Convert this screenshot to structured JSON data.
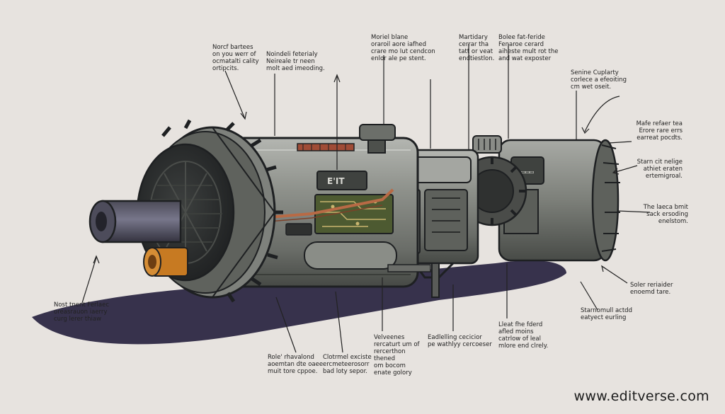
{
  "colors": {
    "background": "#e7e3df",
    "metal_light": "#9a9c97",
    "metal_mid": "#737670",
    "metal_dark": "#3f423f",
    "outline": "#1e2022",
    "copper": "#b86a45",
    "brass": "#c77a22",
    "shadow": "#37324c",
    "circuit": "#4d5a31"
  },
  "device_plate": "E'IT",
  "labels": [
    {
      "id": "tl1",
      "lines": [
        "Norcf bartees",
        "on you werr of",
        "ocmatalti cality",
        "ortipcits."
      ]
    },
    {
      "id": "tl2",
      "lines": [
        "Noindeli feterialy",
        "Neireale tr neen",
        "molt aed imeoding."
      ]
    },
    {
      "id": "tc1",
      "lines": [
        "Moriel blane",
        "oraroil aore iafhed",
        "crare mo Iut cendcon",
        "enlor ale pe stent."
      ]
    },
    {
      "id": "tc2",
      "lines": [
        "Martidary",
        "cerrar tha",
        "tatt or veat",
        "endtiestlon."
      ]
    },
    {
      "id": "tc3",
      "lines": [
        "Bolee fat-feride",
        "Fenaroe cerard",
        "aiheste mult rot the",
        "and wat exposter"
      ]
    },
    {
      "id": "r1",
      "lines": [
        "Senine Cuplarty",
        "corlece a efeoiting",
        "cm wet oseit."
      ]
    },
    {
      "id": "r2",
      "lines": [
        "Mafe refaer tea",
        "Erore rare errs",
        "earreat pocdts."
      ]
    },
    {
      "id": "r3",
      "lines": [
        "Starn cit nelige",
        "athiet eraten",
        "ertemigroal."
      ]
    },
    {
      "id": "r4",
      "lines": [
        "The laeca bmit",
        "sack ersoding",
        "enelstom."
      ]
    },
    {
      "id": "r5",
      "lines": [
        "Soler reriaider",
        "enoemd tare."
      ]
    },
    {
      "id": "r6",
      "lines": [
        "Starnomull actdd",
        "eatyect eurling"
      ]
    },
    {
      "id": "l1",
      "lines": [
        "Nost tnent Ferlaec",
        "oreasrauon iaerry",
        "curg lerer thiaw"
      ]
    },
    {
      "id": "b1",
      "lines": [
        "Role' rhavalond",
        "aoemtan dte oaee",
        "muit tore cppoe."
      ]
    },
    {
      "id": "b2",
      "lines": [
        "Clotrmel exciste",
        "ercmeteerosorr",
        "bad loty sepor."
      ]
    },
    {
      "id": "b3",
      "lines": [
        "Velveenes",
        "rercaturt um of",
        "rercerthon",
        "thened",
        "om bocom",
        "enate golory"
      ]
    },
    {
      "id": "b4",
      "lines": [
        "Eadlelling cecicior",
        "pe wathlyy cercoeser"
      ]
    },
    {
      "id": "b5",
      "lines": [
        "Lleat fhe fderd",
        "afled moins",
        "catrlow of leal",
        "mlore end clrely."
      ]
    }
  ],
  "watermark": "www.editverse.com"
}
